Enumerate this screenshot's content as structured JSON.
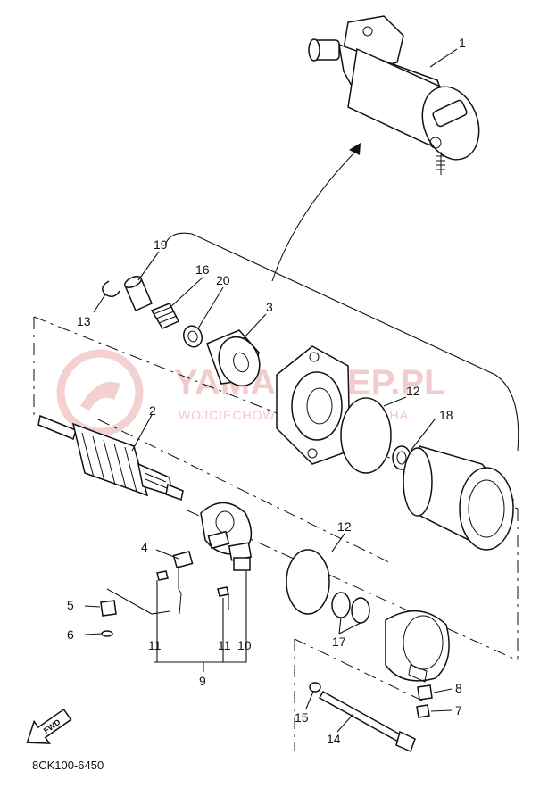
{
  "watermark": {
    "title": "YAMASKLEP.PL",
    "subtitle": "WOJCIECHOWSKI SKLEP YAMAHA"
  },
  "diagram_code": "8CK100-6450",
  "fwd_label": "FWD",
  "callouts": {
    "c1": "1",
    "c2": "2",
    "c3": "3",
    "c4": "4",
    "c5": "5",
    "c6": "6",
    "c7": "7",
    "c8": "8",
    "c9": "9",
    "c10": "10",
    "c11a": "11",
    "c11b": "11",
    "c12a": "12",
    "c12b": "12",
    "c13": "13",
    "c14": "14",
    "c15": "15",
    "c16": "16",
    "c17": "17",
    "c18": "18",
    "c19": "19",
    "c20": "20"
  },
  "colors": {
    "line": "#111111",
    "watermark": "#e8a3a3"
  }
}
